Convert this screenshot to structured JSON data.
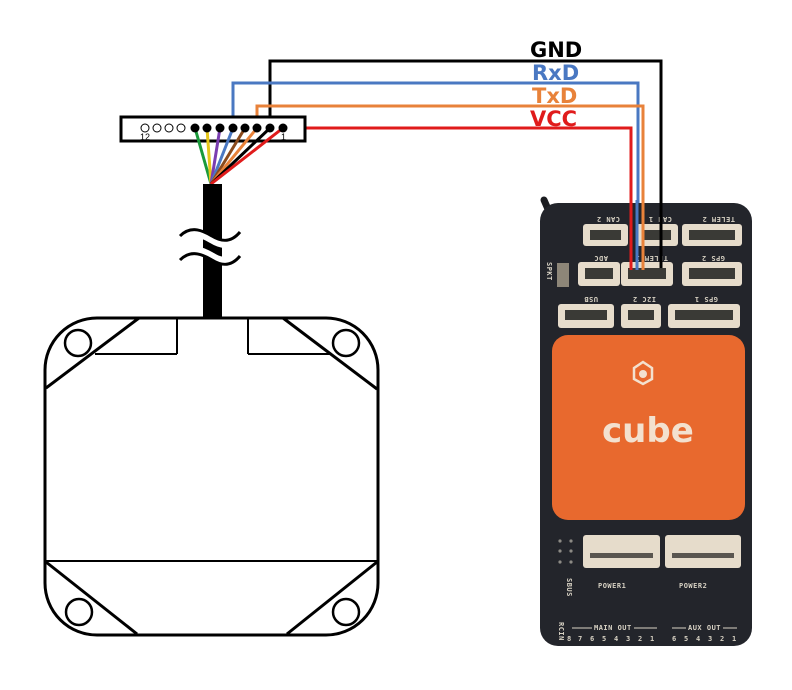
{
  "title": "Sensor to Cube flight controller TELEM wiring",
  "signals": [
    {
      "name": "GND",
      "color": "#000000"
    },
    {
      "name": "RxD",
      "color": "#4a78c2"
    },
    {
      "name": "TxD",
      "color": "#e8823a"
    },
    {
      "name": "VCC",
      "color": "#e01b1b"
    }
  ],
  "connector": {
    "pin_first_label": "12",
    "pin_last_label": "1",
    "unused_pins": 4,
    "wire_colors": [
      "#1a9a3a",
      "#e6c619",
      "#7a3db0",
      "#4a78c2",
      "#8a4a1c",
      "#e8823a",
      "#000000",
      "#e01b1b"
    ]
  },
  "flight_controller": {
    "brand": "cube",
    "colors": {
      "board": "#23252b",
      "cover": "#e8692e",
      "port": "#e6dccb"
    },
    "ports_row1": [
      "CAN 2",
      "CAN 1",
      "TELEM 2"
    ],
    "ports_row2": [
      "ADC",
      "TELEM 1",
      "GPS 2"
    ],
    "ports_row3": [
      "USB",
      "I2C 2",
      "GPS 1"
    ],
    "side_label": "SPKT",
    "power_ports": [
      "POWER1",
      "POWER2"
    ],
    "sbus_label": "SBUS",
    "rcin_label": "RCIN",
    "main_out_label": "MAIN OUT",
    "aux_out_label": "AUX OUT",
    "main_out_pins": [
      "8",
      "7",
      "6",
      "5",
      "4",
      "3",
      "2",
      "1"
    ],
    "aux_out_pins": [
      "6",
      "5",
      "4",
      "3",
      "2",
      "1"
    ]
  }
}
